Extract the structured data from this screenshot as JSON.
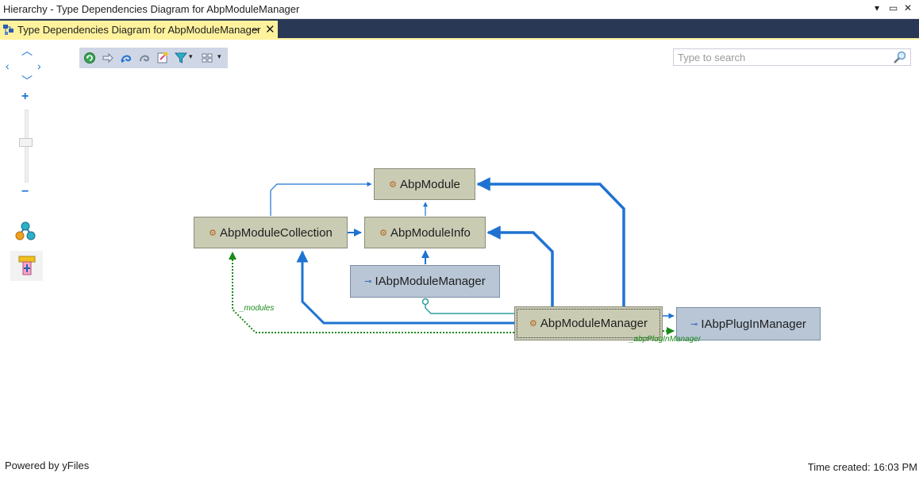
{
  "window": {
    "title": "Hierarchy - Type Dependencies Diagram for AbpModuleManager"
  },
  "tab": {
    "label": "Type Dependencies Diagram for AbpModuleManager",
    "pin_glyph": "⊸",
    "close_glyph": "✕"
  },
  "search": {
    "placeholder": "Type to search",
    "value": ""
  },
  "nodes": {
    "abp_module": "AbpModule",
    "abp_module_collection": "AbpModuleCollection",
    "abp_module_info": "AbpModuleInfo",
    "i_abp_module_manager": "IAbpModuleManager",
    "abp_module_manager": "AbpModuleManager",
    "i_abp_plugin_manager": "IAbpPlugInManager"
  },
  "edge_labels": {
    "modules": "_modules",
    "plugin_manager": "_abpPlugInManager"
  },
  "footer": {
    "powered_by": "Powered by yFiles",
    "time_created": "Time created: 16:03 PM"
  },
  "colors": {
    "tab_active": "#fff29d",
    "tabstrip": "#293955",
    "class_node": "#c9cbb3",
    "interface_node": "#b8c6d6",
    "edge_blue": "#1e73d2",
    "edge_green": "#1a8a1a",
    "edge_teal": "#2a9d9d"
  }
}
